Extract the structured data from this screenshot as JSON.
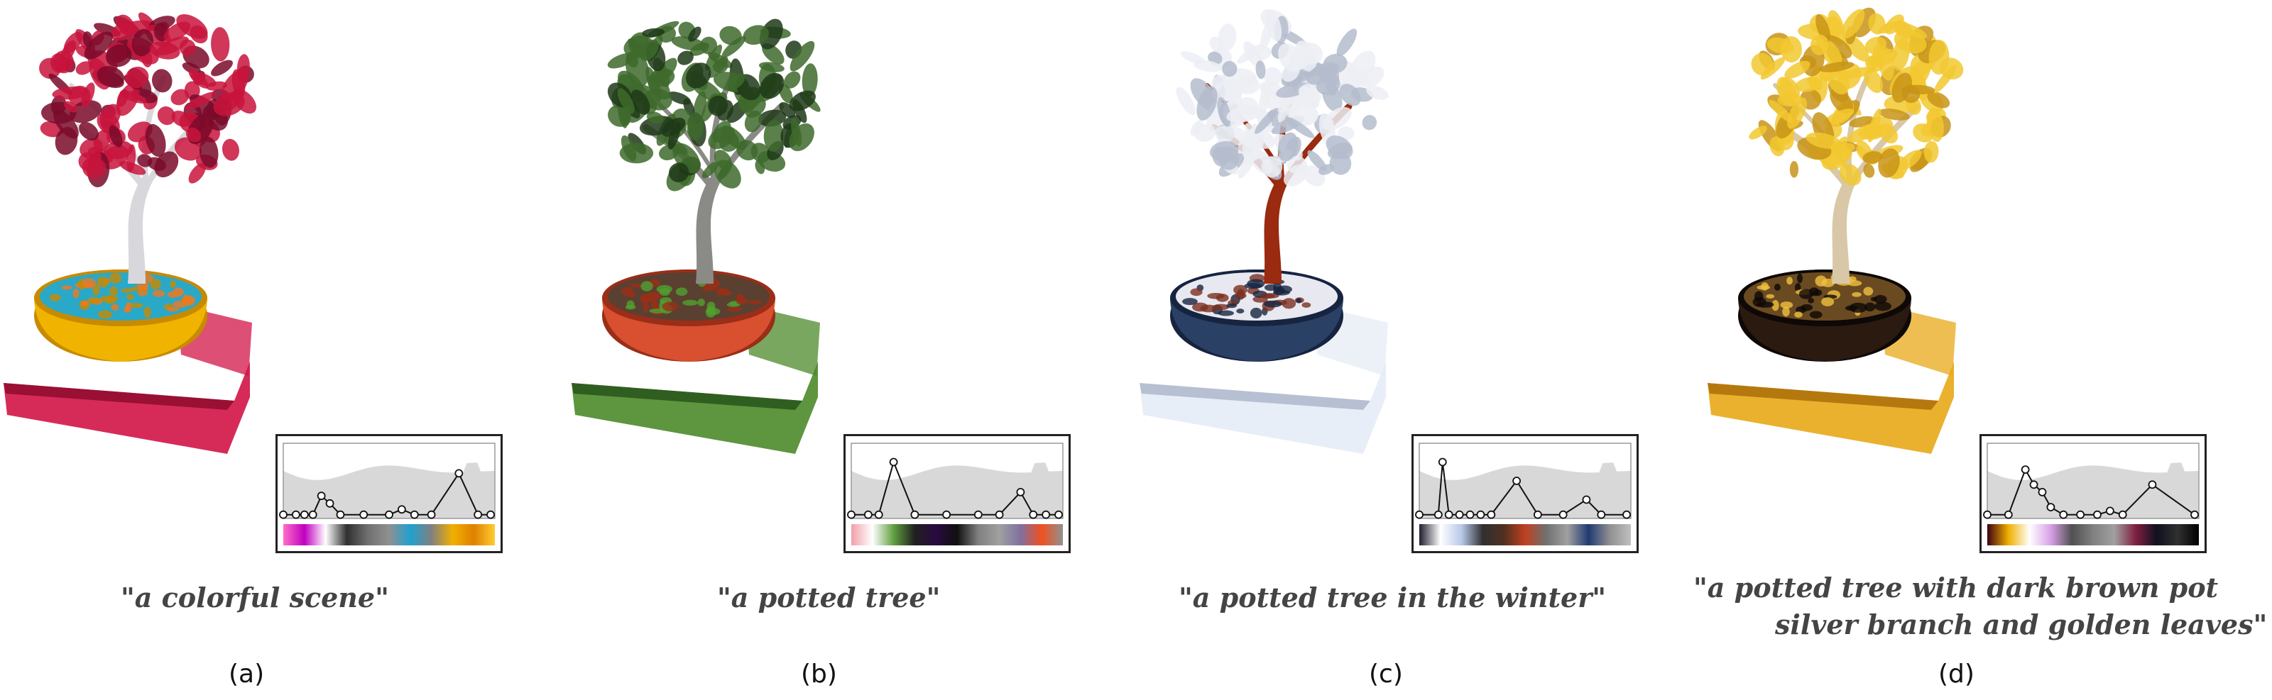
{
  "panels": [
    {
      "id": "a",
      "label": "(a)",
      "prompt": "\"a colorful scene\"",
      "colors": {
        "leaves": "#c8143c",
        "leaves_dark": "#7a0b2a",
        "trunk": "#d8d8dc",
        "pot": "#f0b400",
        "pot_dark": "#c88a00",
        "soil": "#2aa8c8",
        "soil2": "#f07820",
        "board": "#d21446",
        "board_dark": "#8a0a2c"
      },
      "tf_colors": [
        "#ff6ec8",
        "#c000c0",
        "#ffffff",
        "#303030",
        "#707070",
        "#909090",
        "#20a0d0",
        "#808080",
        "#f0b000",
        "#e08000",
        "#ffcc30"
      ],
      "tf_points": [
        [
          0,
          0.05
        ],
        [
          0.06,
          0.05
        ],
        [
          0.1,
          0.05
        ],
        [
          0.14,
          0.05
        ],
        [
          0.18,
          0.3
        ],
        [
          0.22,
          0.2
        ],
        [
          0.27,
          0.05
        ],
        [
          0.38,
          0.05
        ],
        [
          0.5,
          0.05
        ],
        [
          0.56,
          0.12
        ],
        [
          0.62,
          0.05
        ],
        [
          0.7,
          0.05
        ],
        [
          0.83,
          0.6
        ],
        [
          0.92,
          0.05
        ],
        [
          0.98,
          0.05
        ]
      ]
    },
    {
      "id": "b",
      "label": "(b)",
      "prompt": "\"a potted tree\"",
      "colors": {
        "leaves": "#3e6a2c",
        "leaves_dark": "#1e3818",
        "trunk": "#8a8a86",
        "pot": "#d85030",
        "pot_dark": "#9a2e18",
        "soil": "#5a4030",
        "soil2": "#50a030",
        "board": "#4c8a2a",
        "board_dark": "#24501a"
      },
      "tf_colors": [
        "#f0a0a8",
        "#ffffff",
        "#60a040",
        "#202020",
        "#2a0a40",
        "#101010",
        "#808080",
        "#a0a0a0",
        "#8070a0",
        "#f05020",
        "#909090"
      ],
      "tf_points": [
        [
          0,
          0.05
        ],
        [
          0.08,
          0.05
        ],
        [
          0.13,
          0.05
        ],
        [
          0.2,
          0.75
        ],
        [
          0.3,
          0.05
        ],
        [
          0.45,
          0.05
        ],
        [
          0.6,
          0.05
        ],
        [
          0.7,
          0.05
        ],
        [
          0.8,
          0.35
        ],
        [
          0.86,
          0.05
        ],
        [
          0.92,
          0.05
        ],
        [
          0.98,
          0.05
        ]
      ]
    },
    {
      "id": "c",
      "label": "(c)",
      "prompt": "\"a potted tree in the winter\"",
      "colors": {
        "leaves": "#eceff4",
        "leaves_dark": "#b4bccc",
        "trunk": "#9a2a10",
        "pot": "#2a4064",
        "pot_dark": "#162440",
        "soil": "#e8e8f0",
        "soil2": "#7a3020",
        "board": "#e6ecf6",
        "board_dark": "#aab4c8"
      },
      "tf_colors": [
        "#202030",
        "#ffffff",
        "#b8c8e8",
        "#303030",
        "#503020",
        "#c04020",
        "#707070",
        "#a0a0a0",
        "#203a70",
        "#909090",
        "#c0c0c0"
      ],
      "tf_points": [
        [
          0,
          0.05
        ],
        [
          0.09,
          0.05
        ],
        [
          0.11,
          0.75
        ],
        [
          0.14,
          0.05
        ],
        [
          0.19,
          0.05
        ],
        [
          0.24,
          0.05
        ],
        [
          0.29,
          0.05
        ],
        [
          0.34,
          0.05
        ],
        [
          0.46,
          0.5
        ],
        [
          0.56,
          0.05
        ],
        [
          0.68,
          0.05
        ],
        [
          0.79,
          0.25
        ],
        [
          0.86,
          0.05
        ],
        [
          0.98,
          0.05
        ]
      ]
    },
    {
      "id": "d",
      "label": "(d)",
      "prompt_lines": [
        "\"a potted tree with dark brown pot",
        "silver branch and golden leaves\""
      ],
      "colors": {
        "leaves": "#f2c830",
        "leaves_dark": "#c89418",
        "trunk": "#d8c8a8",
        "pot": "#2a1a10",
        "pot_dark": "#0e0806",
        "soil": "#6a4a20",
        "soil2": "#f0c040",
        "board": "#e8a818",
        "board_dark": "#a86a08"
      },
      "tf_colors": [
        "#400010",
        "#f0b000",
        "#ffffff",
        "#d8a0e8",
        "#505050",
        "#808080",
        "#a0a0a0",
        "#802040",
        "#101020",
        "#303030",
        "#000000"
      ],
      "tf_points": [
        [
          0,
          0.05
        ],
        [
          0.1,
          0.05
        ],
        [
          0.18,
          0.65
        ],
        [
          0.22,
          0.45
        ],
        [
          0.26,
          0.35
        ],
        [
          0.3,
          0.15
        ],
        [
          0.36,
          0.05
        ],
        [
          0.44,
          0.05
        ],
        [
          0.52,
          0.05
        ],
        [
          0.58,
          0.1
        ],
        [
          0.64,
          0.05
        ],
        [
          0.78,
          0.45
        ],
        [
          0.98,
          0.05
        ]
      ]
    }
  ]
}
